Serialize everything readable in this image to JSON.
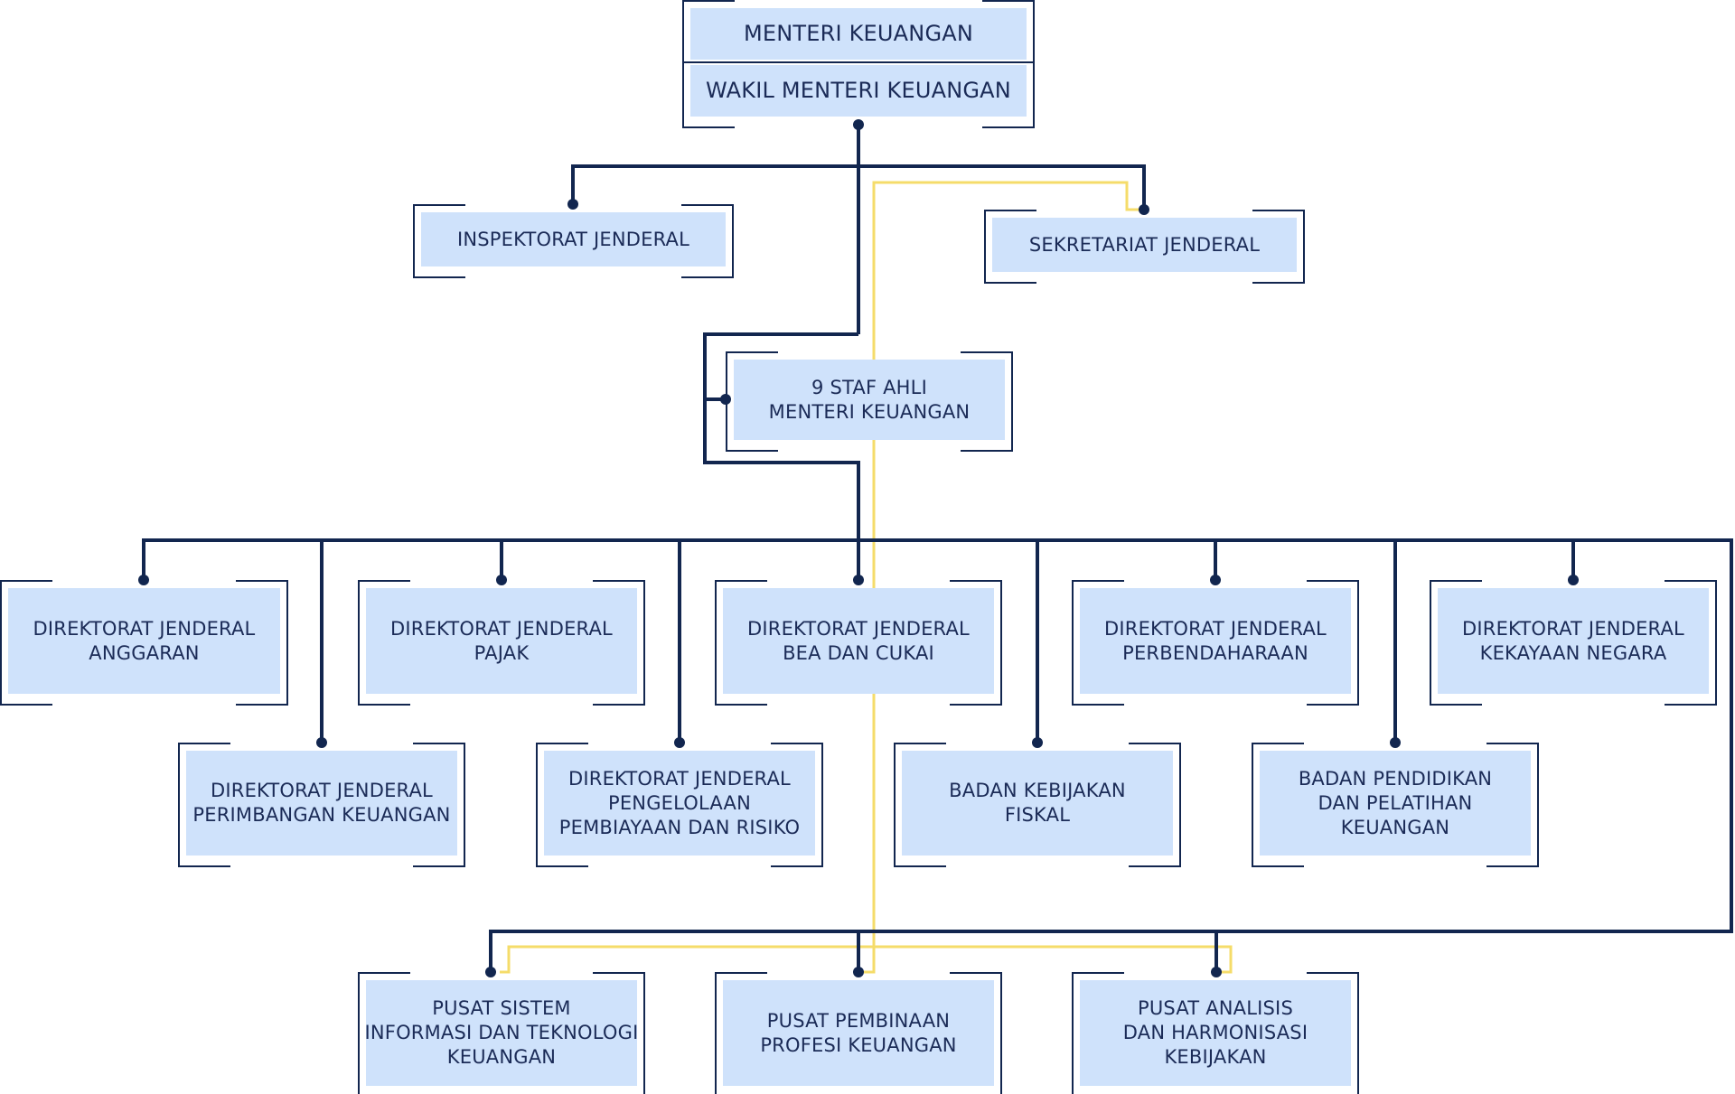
{
  "colors": {
    "navy": "#12264f",
    "box_fill": "#cfe2fb",
    "text": "#1b2b57",
    "yellow": "#f5dc6a"
  },
  "top": {
    "minister": "MENTERI KEUANGAN",
    "vice_minister": "WAKIL MENTERI KEUANGAN"
  },
  "inspektorat": [
    "INSPEKTORAT JENDERAL"
  ],
  "sekretariat": [
    "SEKRETARIAT JENDERAL"
  ],
  "staf_ahli": [
    "9 STAF AHLI",
    "MENTERI KEUANGAN"
  ],
  "dj_anggaran": [
    "DIREKTORAT JENDERAL",
    "ANGGARAN"
  ],
  "dj_pajak": [
    "DIREKTORAT JENDERAL",
    "PAJAK"
  ],
  "dj_bea_cukai": [
    "DIREKTORAT JENDERAL",
    "BEA DAN CUKAI"
  ],
  "dj_perbendaharaan": [
    "DIREKTORAT JENDERAL",
    "PERBENDAHARAAN"
  ],
  "dj_kekayaan": [
    "DIREKTORAT JENDERAL",
    "KEKAYAAN NEGARA"
  ],
  "dj_perimbangan": [
    "DIREKTORAT JENDERAL",
    "PERIMBANGAN KEUANGAN"
  ],
  "dj_pembiayaan": [
    "DIREKTORAT JENDERAL",
    "PENGELOLAAN",
    "PEMBIAYAAN DAN RISIKO"
  ],
  "bkf": [
    "BADAN KEBIJAKAN",
    "FISKAL"
  ],
  "bppk": [
    "BADAN PENDIDIKAN",
    "DAN PELATIHAN",
    "KEUANGAN"
  ],
  "pusintek": [
    "PUSAT SISTEM",
    "INFORMASI DAN TEKNOLOGI",
    "KEUANGAN"
  ],
  "ppk": [
    "PUSAT PEMBINAAN",
    "PROFESI KEUANGAN"
  ],
  "pah": [
    "PUSAT ANALISIS",
    "DAN HARMONISASI",
    "KEBIJAKAN"
  ]
}
